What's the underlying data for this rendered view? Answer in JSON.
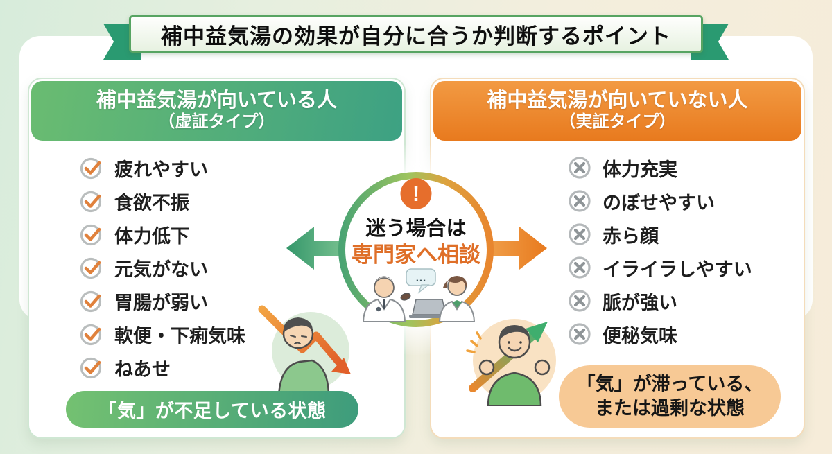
{
  "title": "補中益気湯の効果が自分に合うか判断するポイント",
  "left_panel": {
    "header_line1": "補中益気湯が向いている人",
    "header_line2": "（虚証タイプ）",
    "items": [
      "疲れやすい",
      "食欲不振",
      "体力低下",
      "元気がない",
      "胃腸が弱い",
      "軟便・下痢気味",
      "ねあせ"
    ],
    "footer_label": "「気」が不足している状態"
  },
  "right_panel": {
    "header_line1": "補中益気湯が向いていない人",
    "header_line2": "（実証タイプ）",
    "items": [
      "体力充実",
      "のぼせやすい",
      "赤ら顔",
      "イライラしやすい",
      "脈が強い",
      "便秘気味"
    ],
    "footer_line1": "「気」が滞っている、",
    "footer_line2": "または過剰な状態"
  },
  "center": {
    "alert_mark": "!",
    "line1": "迷う場合は",
    "line2": "専門家へ相談",
    "bubble_dots": "…"
  },
  "colors": {
    "green_accent": "#3da183",
    "orange_accent": "#e87a1e",
    "check_orange": "#e0813c",
    "cross_gray": "#8f9598",
    "ribbon_border": "#57a462",
    "pill_right_bg": "#f7c995"
  }
}
